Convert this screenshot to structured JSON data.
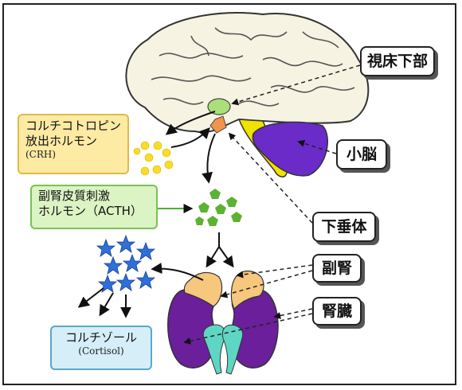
{
  "labels": {
    "hypothalamus": "視床下部",
    "cerebellum": "小脳",
    "pituitary": "下垂体",
    "adrenal": "副腎",
    "kidney": "腎臓"
  },
  "hormones": {
    "crh": {
      "line1": "コルチコトロピン",
      "line2": "放出ホルモン",
      "abbr": "(CRH)"
    },
    "acth": {
      "line1": "副腎皮質刺激",
      "line2": "ホルモン（ACTH）"
    },
    "cortisol": {
      "name": "コルチゾール",
      "latin": "(Cortisol)"
    }
  },
  "colors": {
    "crh_fill": "#fdeaa3",
    "crh_dot": "#f7dc2a",
    "acth_fill": "#dcf3c3",
    "acth_dot": "#5cb233",
    "cortisol_fill": "#d5eef8",
    "cortisol_star": "#2e6fd8",
    "cerebellum": "#6a2bc9",
    "kidney": "#6b1f9b",
    "adrenal": "#f6c77c",
    "medulla": "#5fd6c4"
  }
}
